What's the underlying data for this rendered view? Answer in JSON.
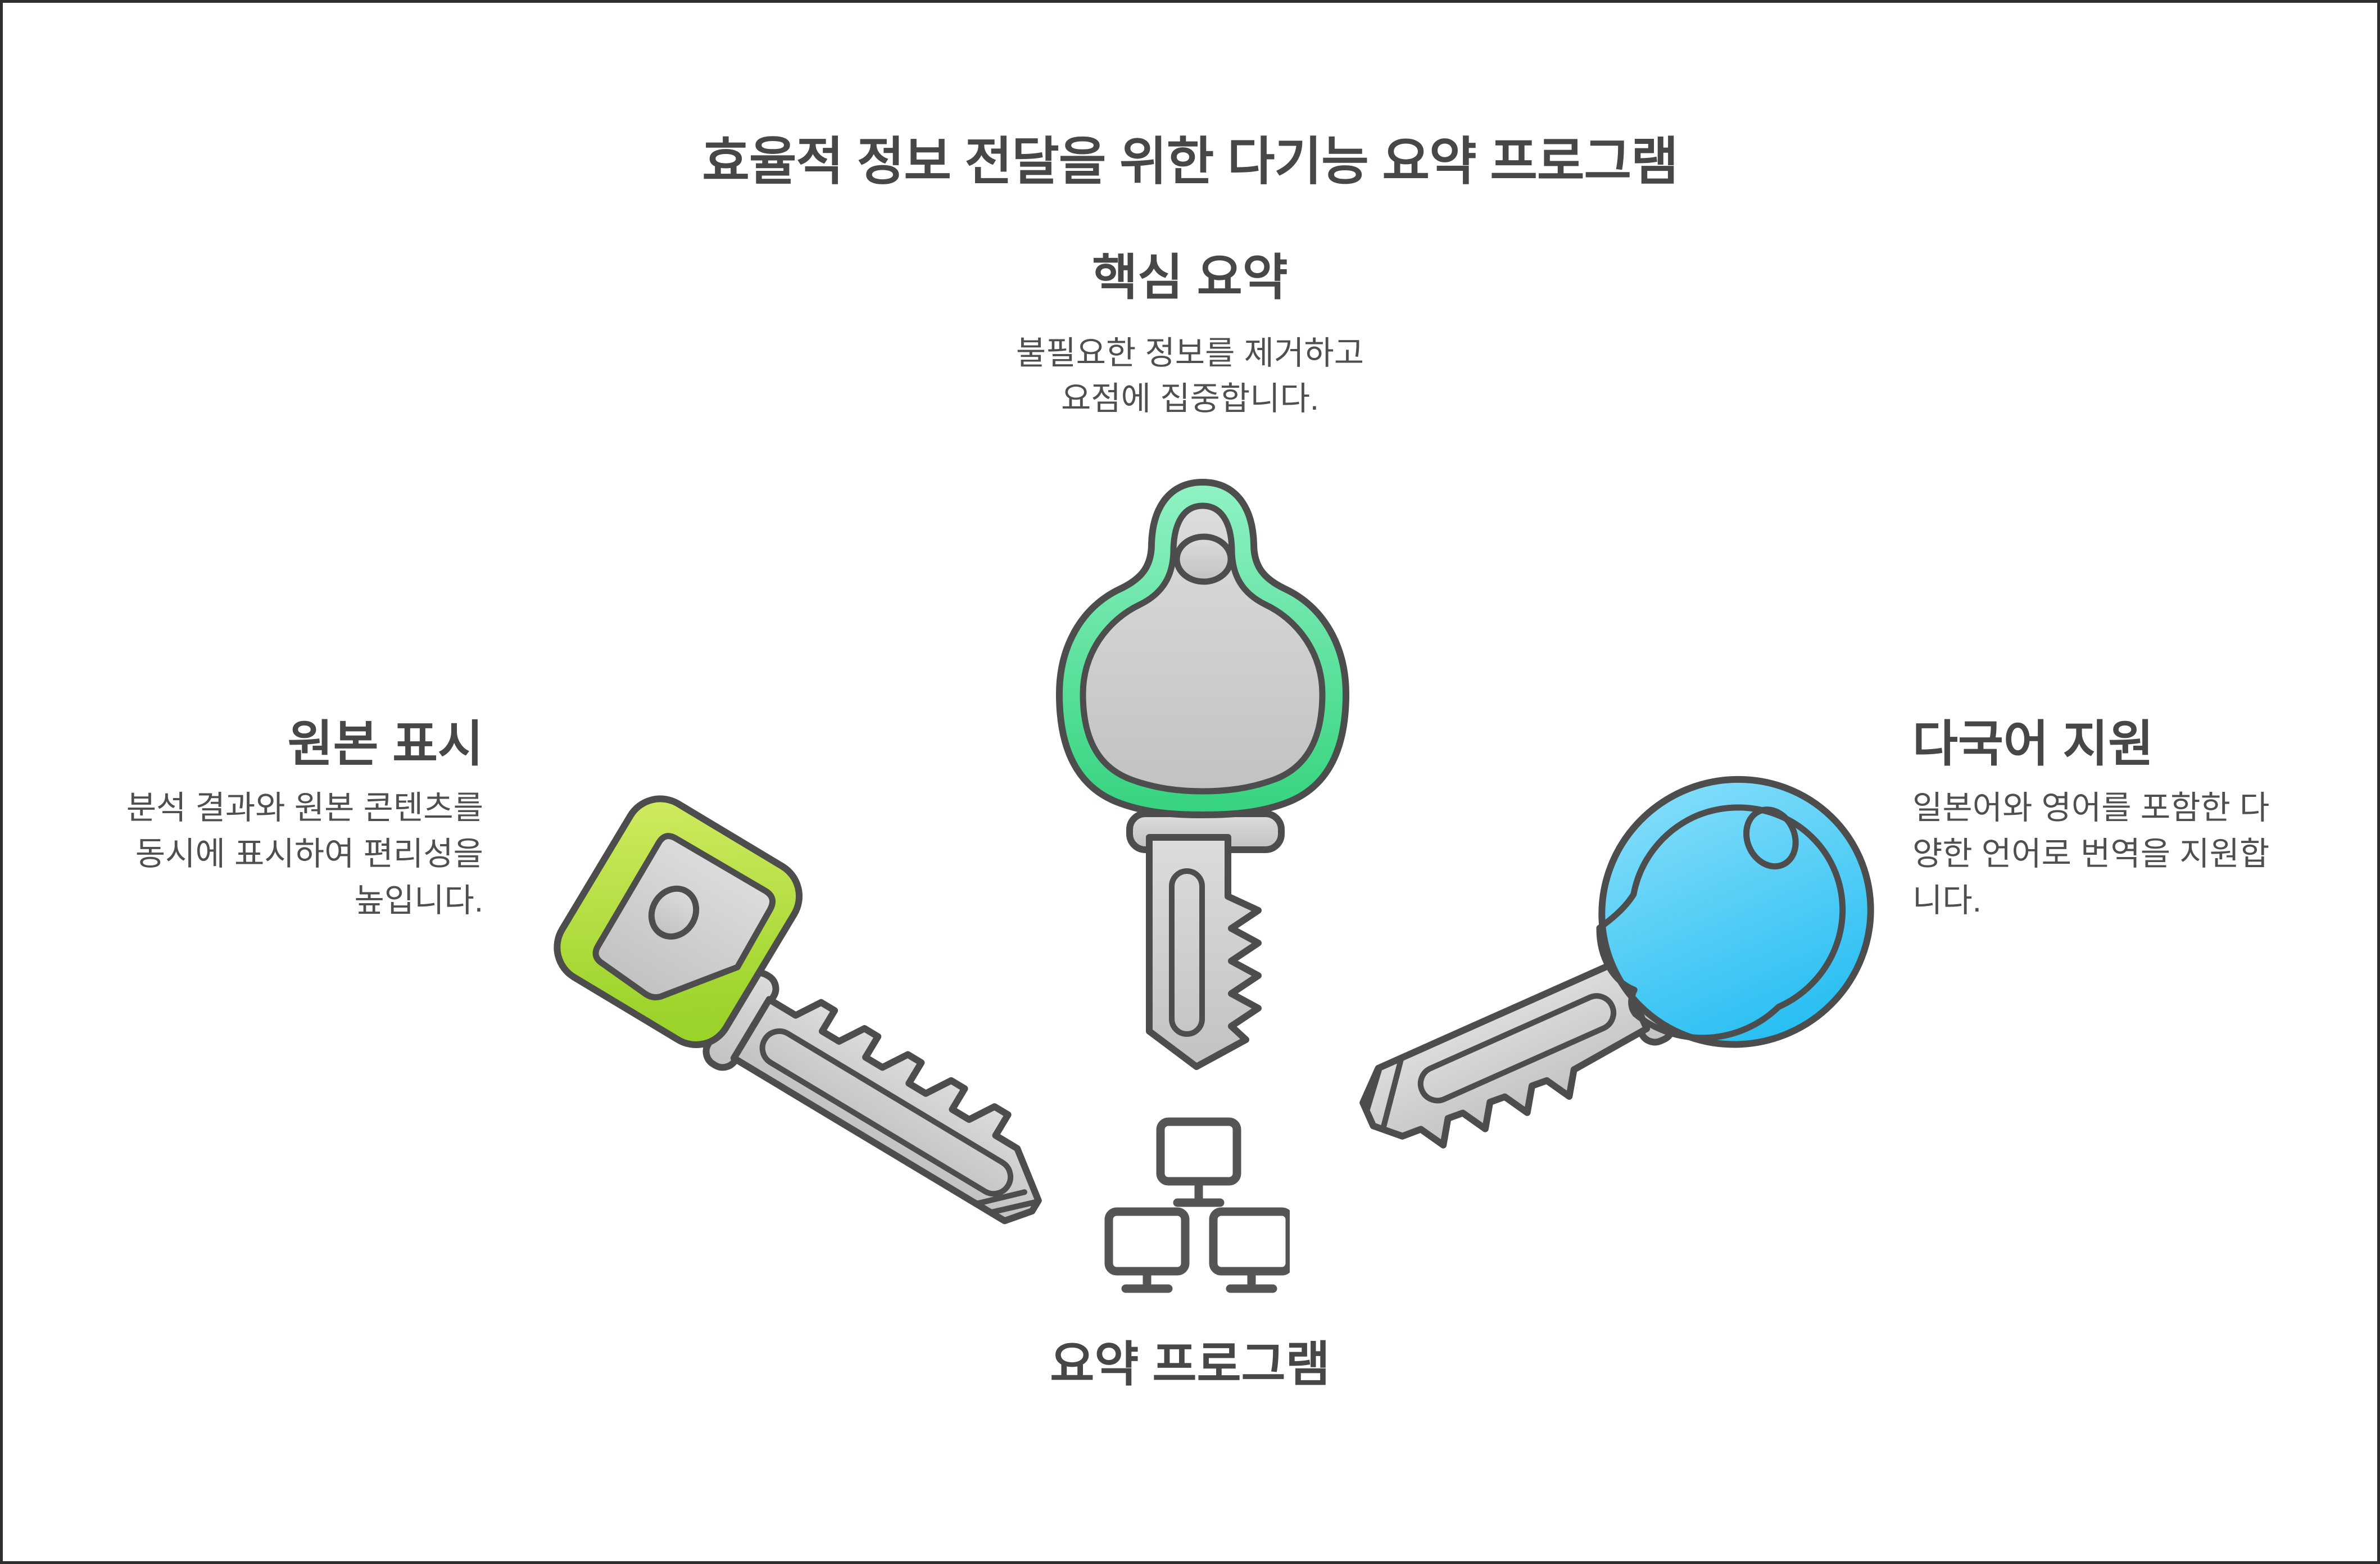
{
  "title": "효율적 정보 전달을 위한 다기능 요약 프로그램",
  "sections": {
    "top": {
      "heading": "핵심 요약",
      "lines": [
        "불필요한 정보를 제거하고",
        "요점에 집중합니다."
      ]
    },
    "left": {
      "heading": "원본 표시",
      "lines": [
        "분석 결과와 원본 콘텐츠를",
        "동시에 표시하여 편리성을",
        "높입니다."
      ]
    },
    "right": {
      "heading": "다국어 지원",
      "lines": [
        "일본어와 영어를 포함한 다",
        "양한 언어로 번역을 지원합",
        "니다."
      ]
    },
    "bottom": {
      "label": "요약 프로그램"
    }
  },
  "icons": {
    "center": "cloud-key-icon",
    "left": "square-key-icon",
    "right": "round-key-icon",
    "bottom": "network-monitors-icon"
  },
  "colors": {
    "outline": "#4d4d4d",
    "heading_text": "#474747",
    "body_text": "#4f4f4f",
    "mint_light": "#90f2c4",
    "mint_dark": "#35d37f",
    "lime_light": "#d2ec62",
    "lime_dark": "#9cd32a",
    "blue_light": "#7fdcfa",
    "blue_dark": "#28bef2",
    "gray_light": "#dcdcdc",
    "gray_dark": "#c2c2c2",
    "icon_stroke": "#555555",
    "white": "#ffffff"
  }
}
